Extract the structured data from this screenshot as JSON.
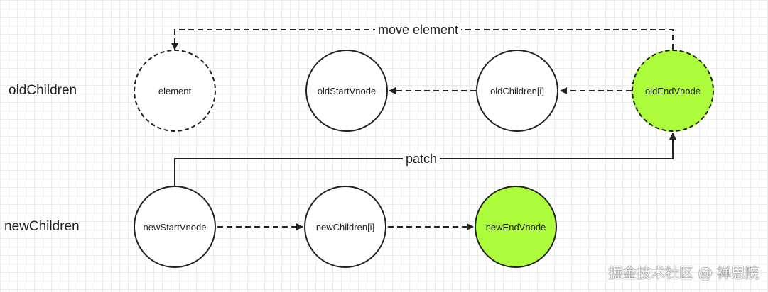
{
  "rows": {
    "old_label": "oldChildren",
    "new_label": "newChildren"
  },
  "nodes": {
    "element": "element",
    "old_start": "oldStartVnode",
    "old_middle": "oldChildren[i]",
    "old_end": "oldEndVnode",
    "new_start": "newStartVnode",
    "new_middle": "newChildren[i]",
    "new_end": "newEndVnode"
  },
  "edges": {
    "move_label": "move element",
    "patch_label": "patch"
  },
  "colors": {
    "highlight": "#adfc3c",
    "stroke": "#222222"
  },
  "watermark": "掘金技术社区 @ 禅思院"
}
